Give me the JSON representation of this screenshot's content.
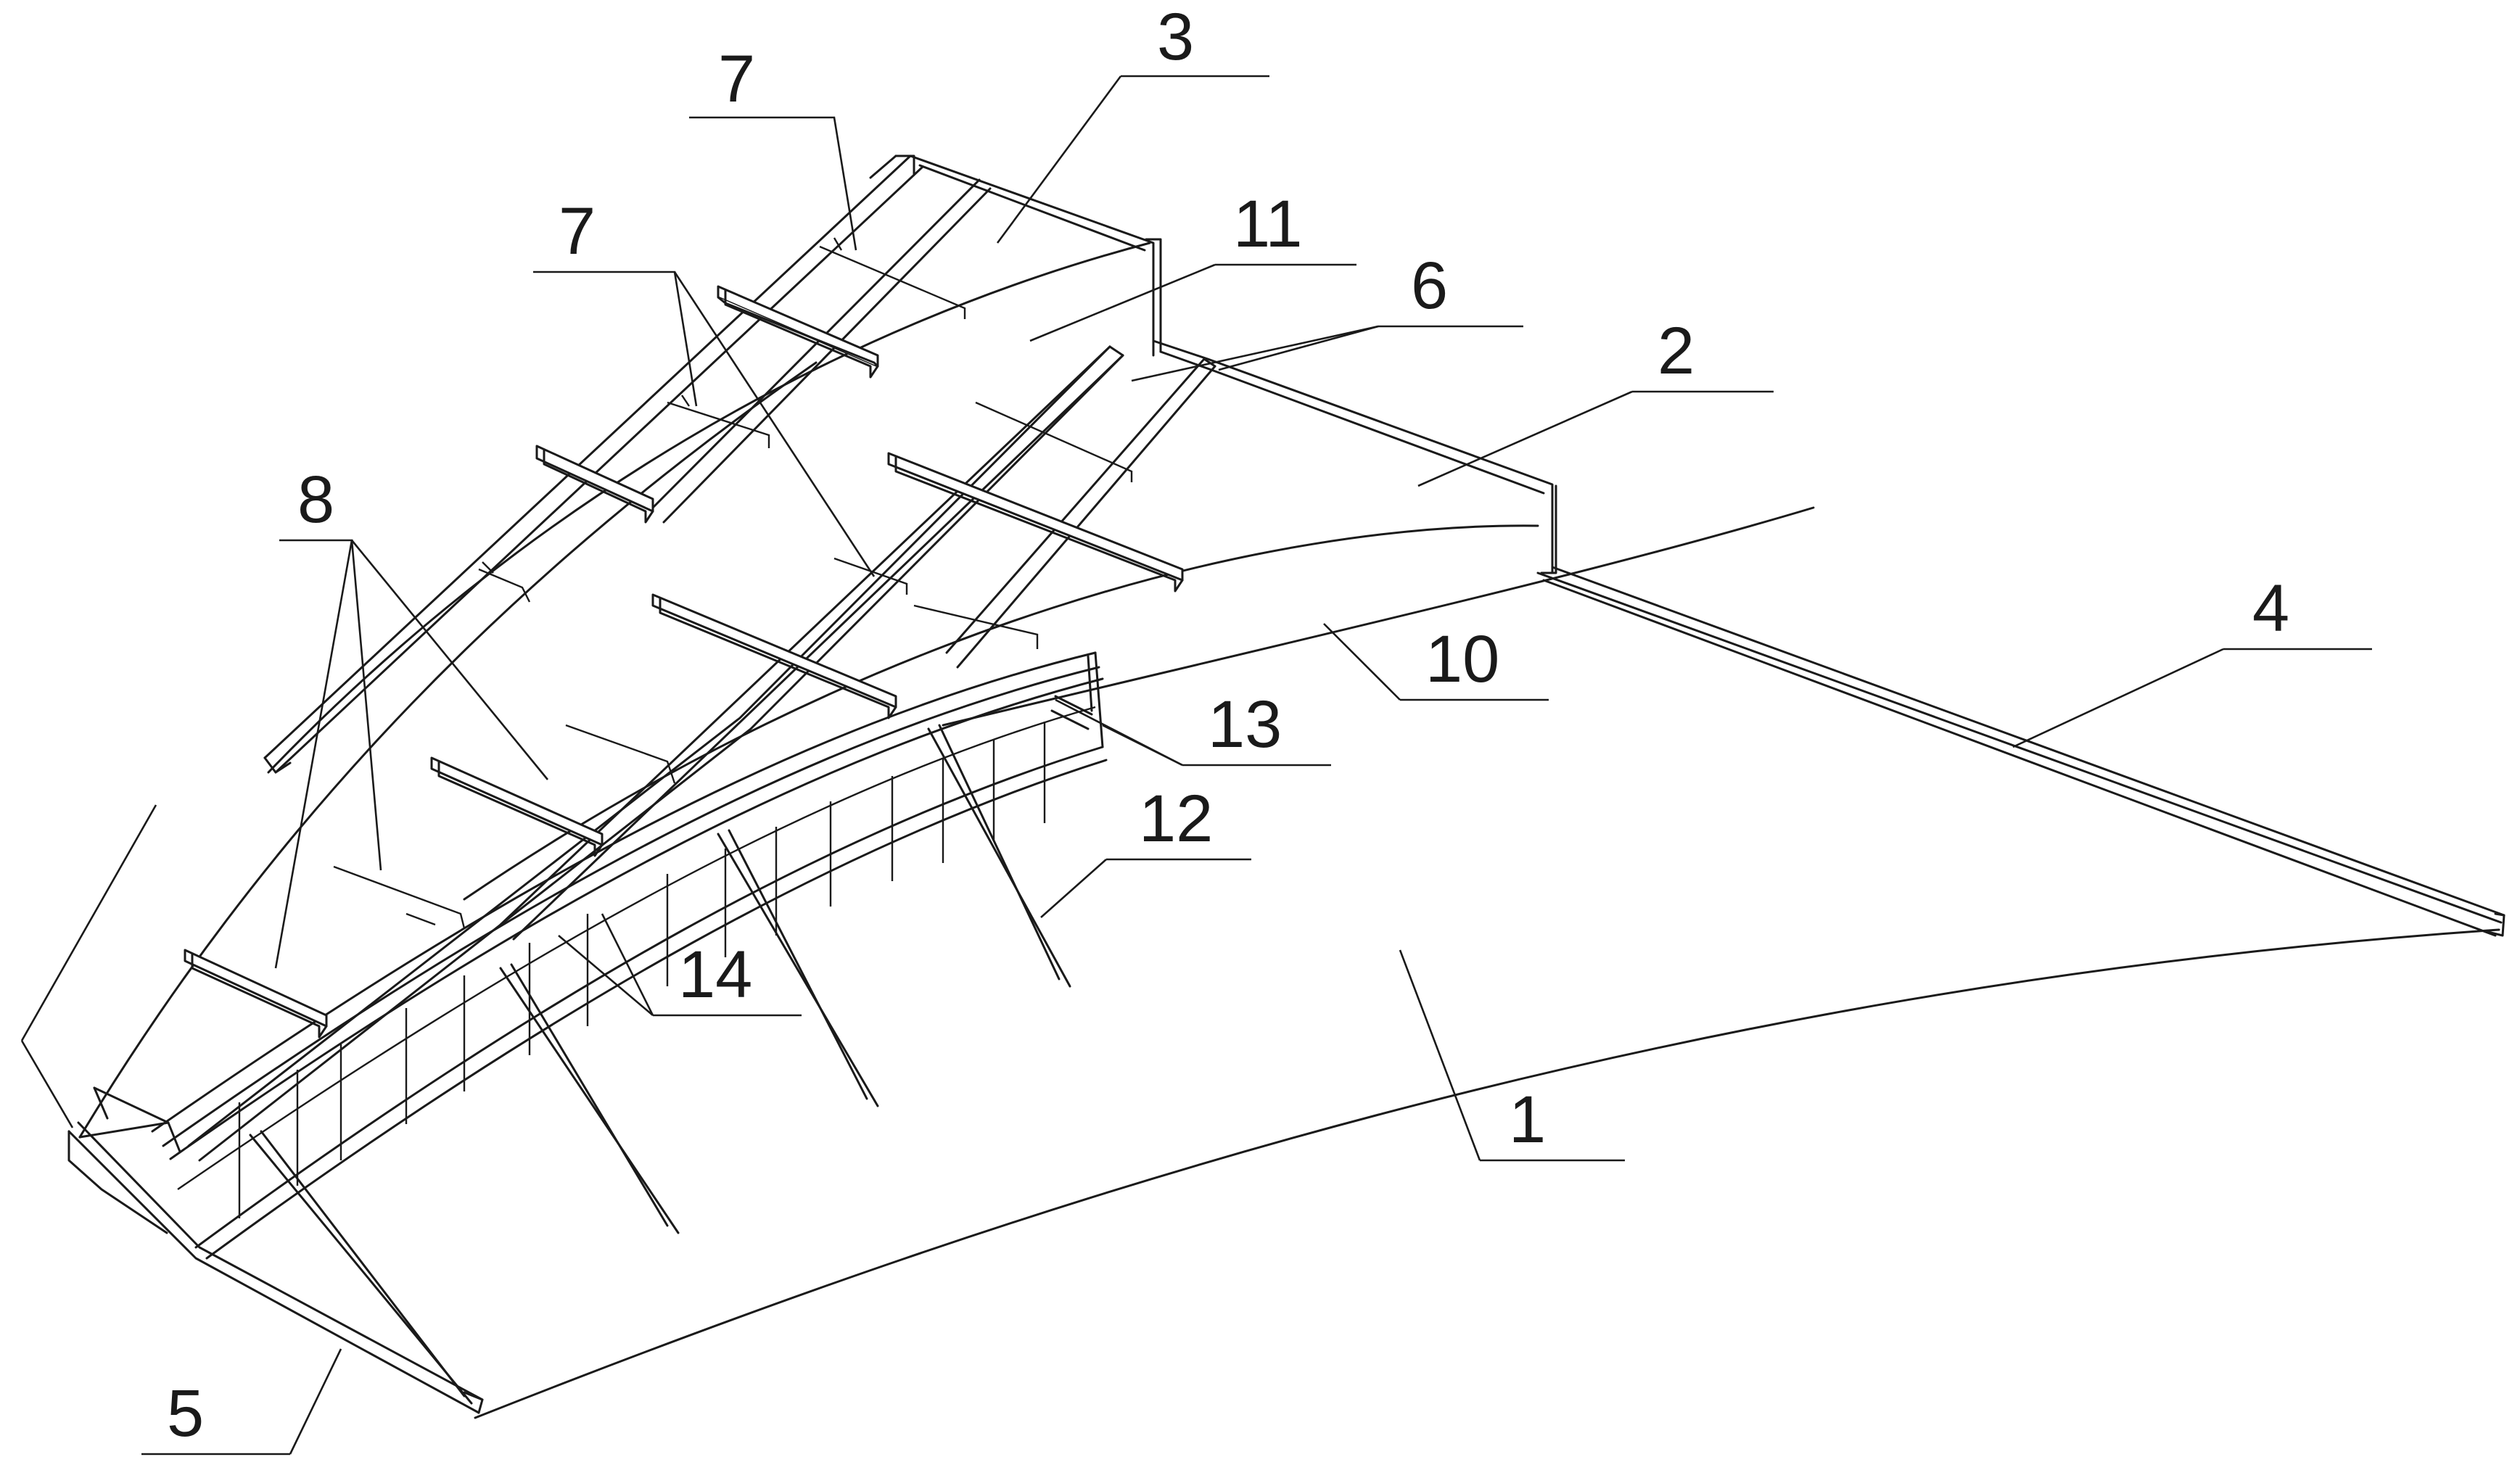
{
  "labels": {
    "l1": "1",
    "l2": "2",
    "l3": "3",
    "l4": "4",
    "l5": "5",
    "l6": "6",
    "l7a": "7",
    "l7b": "7",
    "l8": "8",
    "l10": "10",
    "l11": "11",
    "l12": "12",
    "l13": "13",
    "l14": "14"
  },
  "colors": {
    "line": "#1a1a1a",
    "background": "#ffffff"
  }
}
